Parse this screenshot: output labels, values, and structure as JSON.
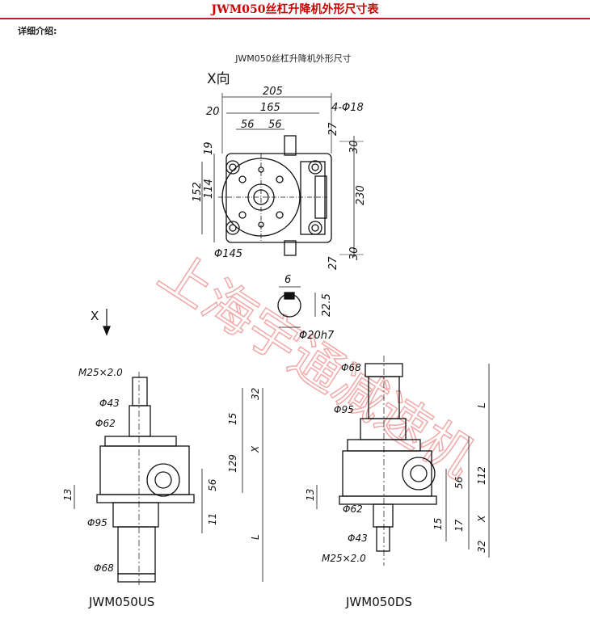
{
  "page": {
    "title": "JWM050丝杠升降机外形尺寸表",
    "intro_label": "详细介绍:",
    "figure_caption": "JWM050丝杠升降机外形尺寸",
    "watermark": "上海宇通减速机"
  },
  "top_view": {
    "view_label": "X向",
    "dims": {
      "overall_width": "205",
      "bolt_pitch": "165",
      "left_offset": "20",
      "half_a": "56",
      "half_b": "56",
      "bolt_holes": "4-Φ18",
      "shaft_offset": "27",
      "top_edge": "30",
      "left_small": "19",
      "height_152": "152",
      "height_114": "114",
      "length_230": "230",
      "bottom_edge": "30",
      "bottom_offset": "27",
      "flange_dia": "Φ145"
    }
  },
  "shaft_detail": {
    "key_width": "6",
    "key_depth": "22.5",
    "shaft_dia": "Φ20h7",
    "arrow_label": "X"
  },
  "us_view": {
    "name": "JWM050US",
    "thread": "M25×2.0",
    "d43": "Φ43",
    "d62": "Φ62",
    "d95": "Φ95",
    "d68": "Φ68",
    "dim_32": "32",
    "dim_15": "15",
    "dim_x": "X",
    "dim_129": "129",
    "dim_56": "56",
    "dim_11": "11",
    "dim_13": "13",
    "dim_l": "L"
  },
  "ds_view": {
    "name": "JWM050DS",
    "d68": "Φ68",
    "d95": "Φ95",
    "d62": "Φ62",
    "d43": "Φ43",
    "thread": "M25×2.0",
    "dim_l": "L",
    "dim_112": "112",
    "dim_56": "56",
    "dim_x": "X",
    "dim_15": "15",
    "dim_17": "17",
    "dim_13": "13",
    "dim_32": "32"
  }
}
